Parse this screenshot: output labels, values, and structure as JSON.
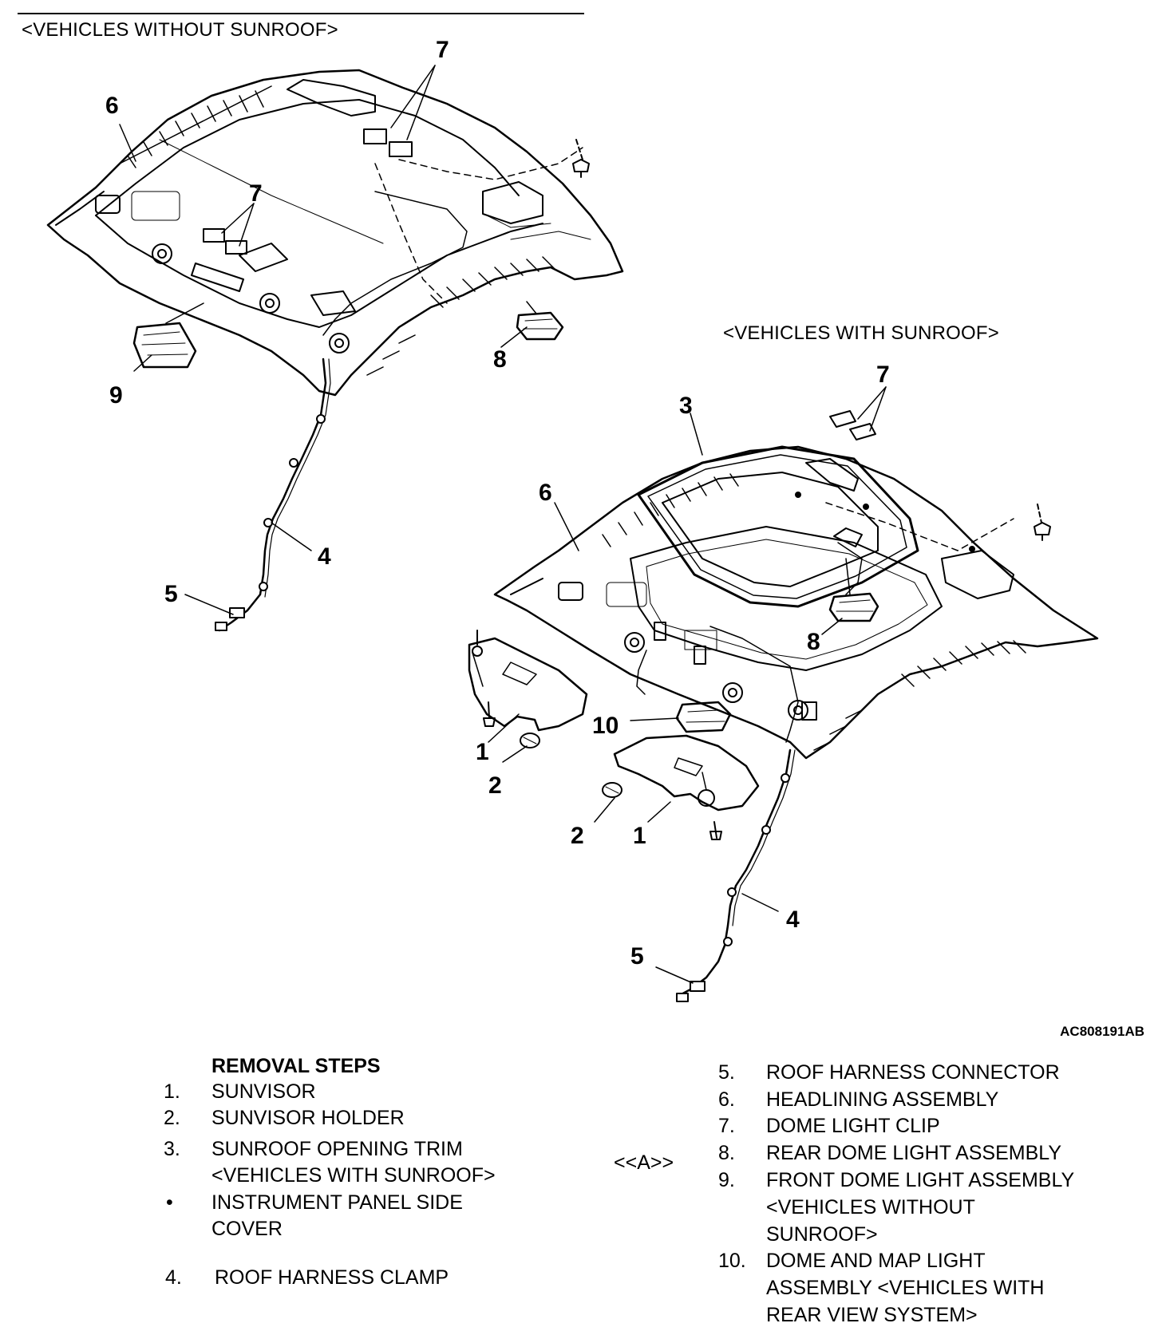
{
  "headings": {
    "without_sunroof": "<VEHICLES WITHOUT SUNROOF>",
    "with_sunroof": "<VEHICLES WITH SUNROOF>"
  },
  "callouts_without": [
    "1",
    "2",
    "3",
    "4",
    "5",
    "6",
    "7",
    "8",
    "9",
    "10"
  ],
  "figure_code": "AC808191AB",
  "removal": {
    "title": "REMOVAL STEPS",
    "left": [
      {
        "num": "1.",
        "lines": [
          "SUNVISOR"
        ]
      },
      {
        "num": "2.",
        "lines": [
          "SUNVISOR HOLDER"
        ]
      },
      {
        "num": "3.",
        "lines": [
          "SUNROOF OPENING TRIM",
          "<VEHICLES WITH SUNROOF>"
        ]
      },
      {
        "num": "•",
        "lines": [
          "INSTRUMENT PANEL SIDE",
          "COVER"
        ]
      },
      {
        "num": "4.",
        "lines": [
          "ROOF HARNESS CLAMP"
        ]
      }
    ],
    "right": [
      {
        "num": "5.",
        "lines": [
          "ROOF HARNESS CONNECTOR"
        ]
      },
      {
        "num": "6.",
        "lines": [
          "HEADLINING ASSEMBLY"
        ]
      },
      {
        "num": "7.",
        "lines": [
          "DOME LIGHT CLIP"
        ]
      },
      {
        "num": "8.",
        "lines": [
          "REAR DOME LIGHT ASSEMBLY"
        ]
      },
      {
        "num": "9.",
        "lines": [
          "FRONT DOME LIGHT ASSEMBLY",
          "<VEHICLES WITHOUT",
          "SUNROOF>"
        ]
      },
      {
        "num": "10.",
        "lines": [
          "DOME AND MAP LIGHT",
          "ASSEMBLY <VEHICLES WITH",
          "REAR VIEW SYSTEM>"
        ]
      }
    ],
    "tag_8": "<<A>>"
  }
}
